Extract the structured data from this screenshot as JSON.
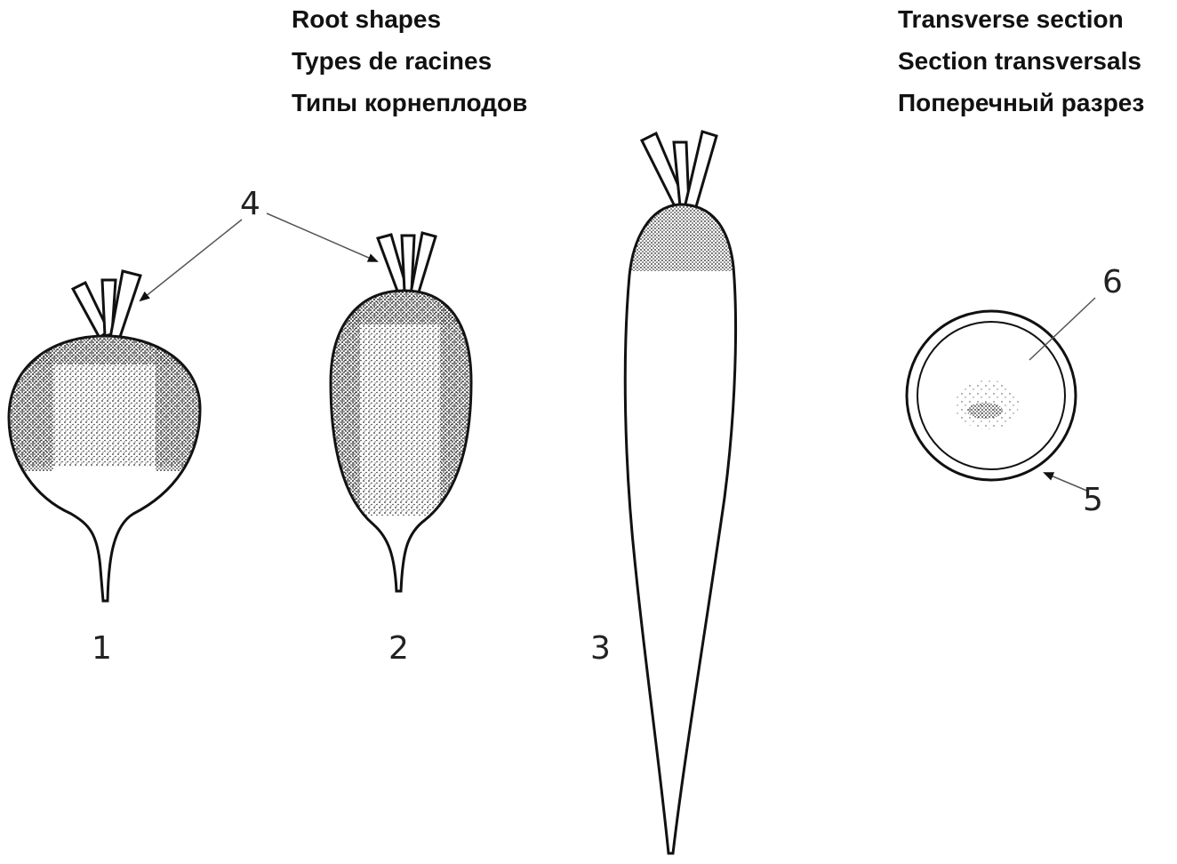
{
  "headings": {
    "root_shapes": {
      "en": "Root shapes",
      "fr": "Types de racines",
      "ru": "Типы корнеплодов"
    },
    "transverse_section": {
      "en": "Transverse section",
      "fr": "Section transversals",
      "ru": "Поперечный разрез"
    }
  },
  "figure_numbers": {
    "shape1": "1",
    "shape2": "2",
    "shape3": "3",
    "leaf_base": "4",
    "skin": "5",
    "flesh": "6"
  },
  "colors": {
    "ink": "#111111",
    "stipple": "#2a2a2a",
    "paper": "#ffffff"
  }
}
